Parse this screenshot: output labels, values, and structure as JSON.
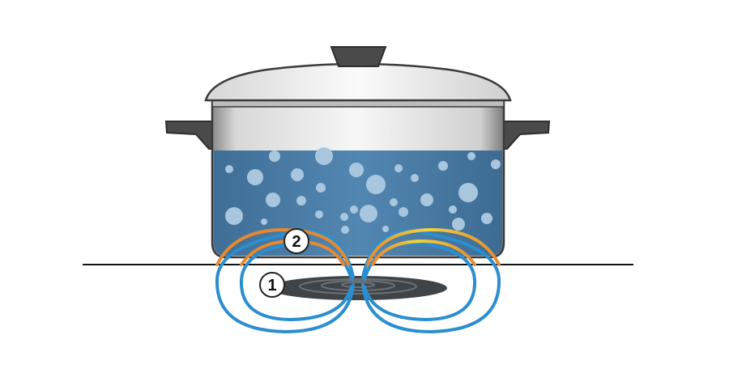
{
  "diagram": {
    "subject": "induction-cooktop-with-boiling-pot",
    "callouts": [
      {
        "number": "1"
      },
      {
        "number": "2"
      }
    ],
    "colors": {
      "water": "#4d7fa8",
      "bubble": "#a9c6df",
      "pot_metal_light": "#f4f4f4",
      "pot_metal_dark": "#7a7a7a",
      "handle": "#4a4a4a",
      "coil": "#3f4448",
      "field_lines_below": "#2b8ed0",
      "field_lines_above": "#e6892f",
      "field_hotspot": "#f2d33a",
      "cooktop_line": "#111111"
    },
    "bubble_count": 30
  }
}
